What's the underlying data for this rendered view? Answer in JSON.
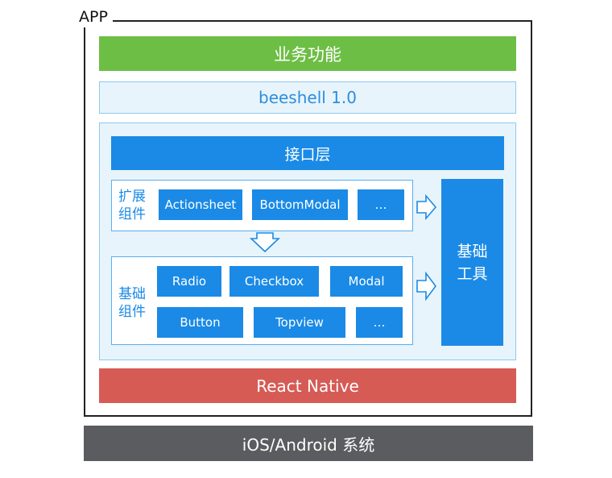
{
  "app_label": "APP",
  "business": "业务功能",
  "beeshell": "beeshell 1.0",
  "interface_layer": "接口层",
  "extended_group": {
    "label_line1": "扩展",
    "label_line2": "组件",
    "items": [
      "Actionsheet",
      "BottomModal",
      "…"
    ]
  },
  "base_group": {
    "label_line1": "基础",
    "label_line2": "组件",
    "row1": [
      "Radio",
      "Checkbox",
      "Modal"
    ],
    "row2": [
      "Button",
      "Topview",
      "…"
    ]
  },
  "tools": {
    "line1": "基础",
    "line2": "工具"
  },
  "react_native": "React Native",
  "os": "iOS/Android 系统",
  "colors": {
    "green": "#6dbe45",
    "blue": "#1a8ae6",
    "light_blue": "#e8f4fb",
    "red": "#d65b55",
    "gray": "#5a5c5f"
  }
}
